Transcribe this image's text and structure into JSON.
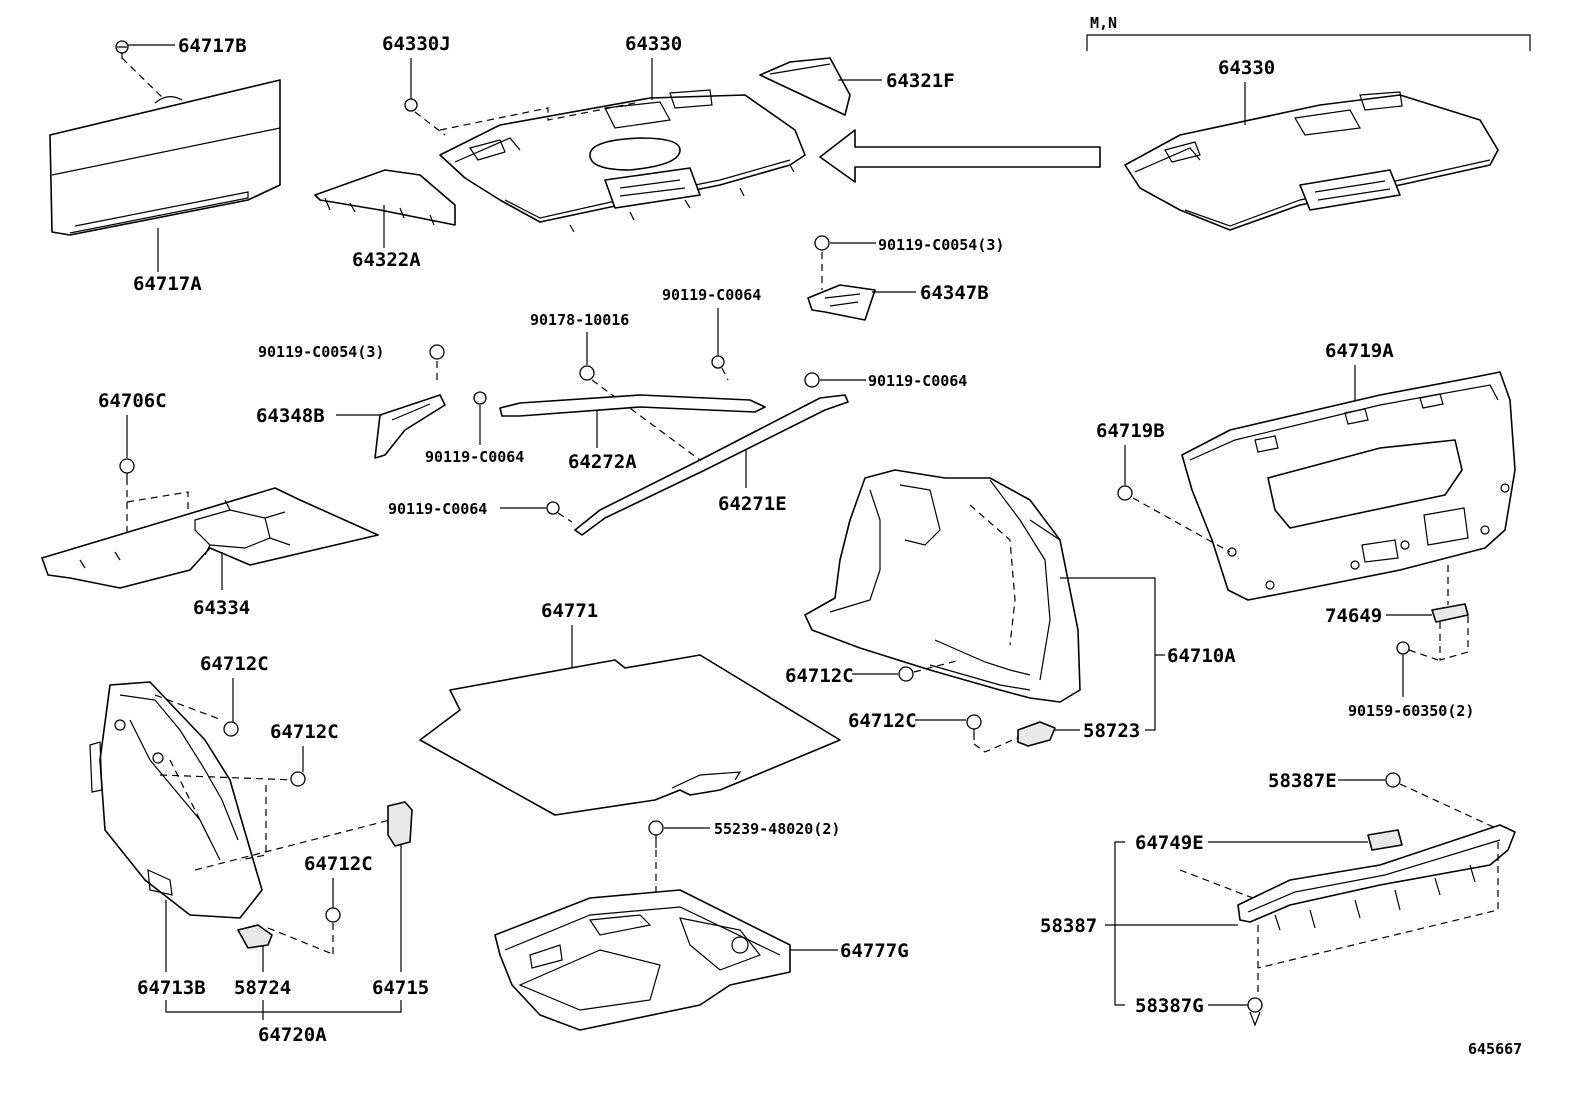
{
  "variant_label": "M,N",
  "doc_id": "645667",
  "labels": {
    "l64717B": "64717B",
    "l64717A": "64717A",
    "l64330J": "64330J",
    "l64330_left": "64330",
    "l64330_right": "64330",
    "l64321F": "64321F",
    "l64322A": "64322A",
    "l90119_C0054_3_top": "90119-C0054(3)",
    "l64347B": "64347B",
    "l90178_10016": "90178-10016",
    "l90119_C0064_a": "90119-C0064",
    "l90119_C0054_3_left": "90119-C0054(3)",
    "l90119_C0064_b": "90119-C0064",
    "l64348B": "64348B",
    "l90119_C0064_c": "90119-C0064",
    "l64272A": "64272A",
    "l64271E": "64271E",
    "l90119_C0064_d": "90119-C0064",
    "l64706C": "64706C",
    "l64334": "64334",
    "l64719A": "64719A",
    "l64719B": "64719B",
    "l64771": "64771",
    "l64710A": "64710A",
    "l74649": "74649",
    "l64712C_a": "64712C",
    "l64712C_b": "64712C",
    "l64712C_c": "64712C",
    "l64712C_d": "64712C",
    "l64712C_e": "64712C",
    "l58723": "58723",
    "l90159_60350_2": "90159-60350(2)",
    "l58387E": "58387E",
    "l55239_48020_2": "55239-48020(2)",
    "l64749E": "64749E",
    "l58387": "58387",
    "l64777G": "64777G",
    "l64713B": "64713B",
    "l58724": "58724",
    "l64715": "64715",
    "l64720A": "64720A",
    "l58387G": "58387G"
  }
}
